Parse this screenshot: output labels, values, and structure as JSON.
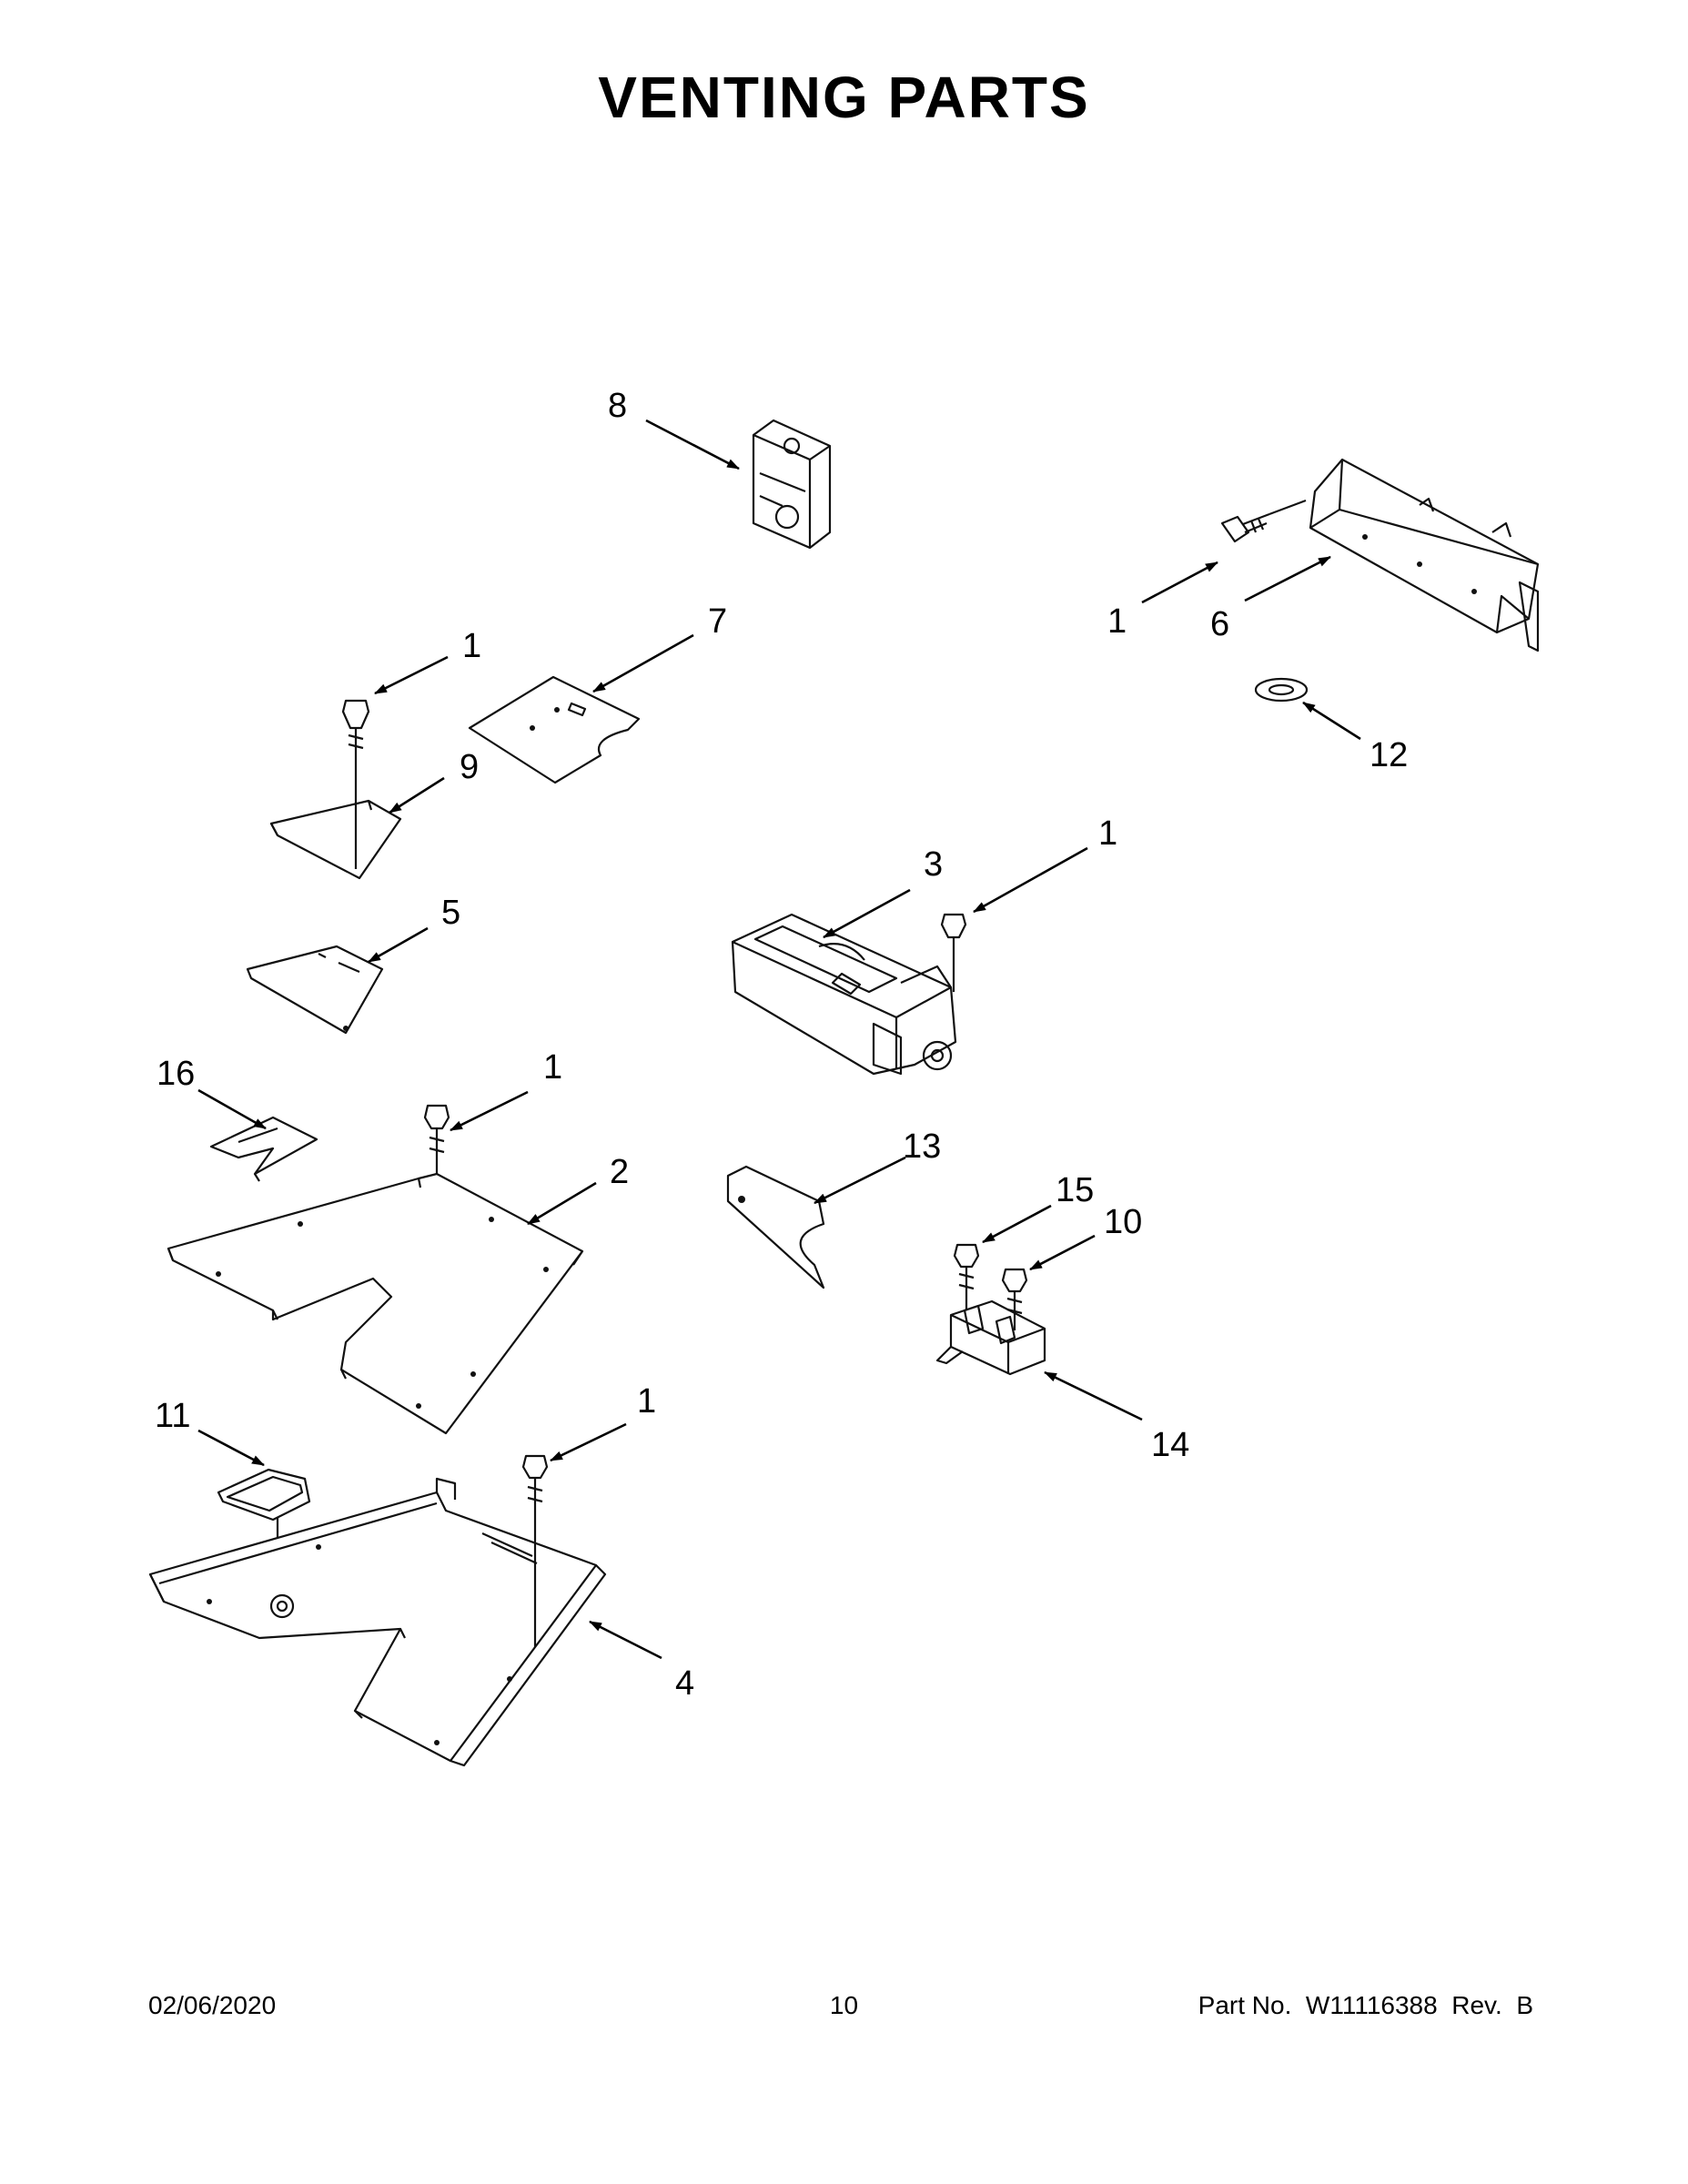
{
  "title": "VENTING PARTS",
  "callouts": [
    {
      "id": "c8",
      "label": "8"
    },
    {
      "id": "c1a",
      "label": "1"
    },
    {
      "id": "c6",
      "label": "6"
    },
    {
      "id": "c12",
      "label": "12"
    },
    {
      "id": "c1b",
      "label": "1"
    },
    {
      "id": "c7",
      "label": "7"
    },
    {
      "id": "c9",
      "label": "9"
    },
    {
      "id": "c5",
      "label": "5"
    },
    {
      "id": "c3",
      "label": "3"
    },
    {
      "id": "c1c",
      "label": "1"
    },
    {
      "id": "c16",
      "label": "16"
    },
    {
      "id": "c1d",
      "label": "1"
    },
    {
      "id": "c2",
      "label": "2"
    },
    {
      "id": "c13",
      "label": "13"
    },
    {
      "id": "c15",
      "label": "15"
    },
    {
      "id": "c10",
      "label": "10"
    },
    {
      "id": "c14",
      "label": "14"
    },
    {
      "id": "c11",
      "label": "11"
    },
    {
      "id": "c1e",
      "label": "1"
    },
    {
      "id": "c4",
      "label": "4"
    }
  ],
  "footer": {
    "date": "02/06/2020",
    "page": "10",
    "part_number": "Part No.  W11116388  Rev.  B"
  }
}
